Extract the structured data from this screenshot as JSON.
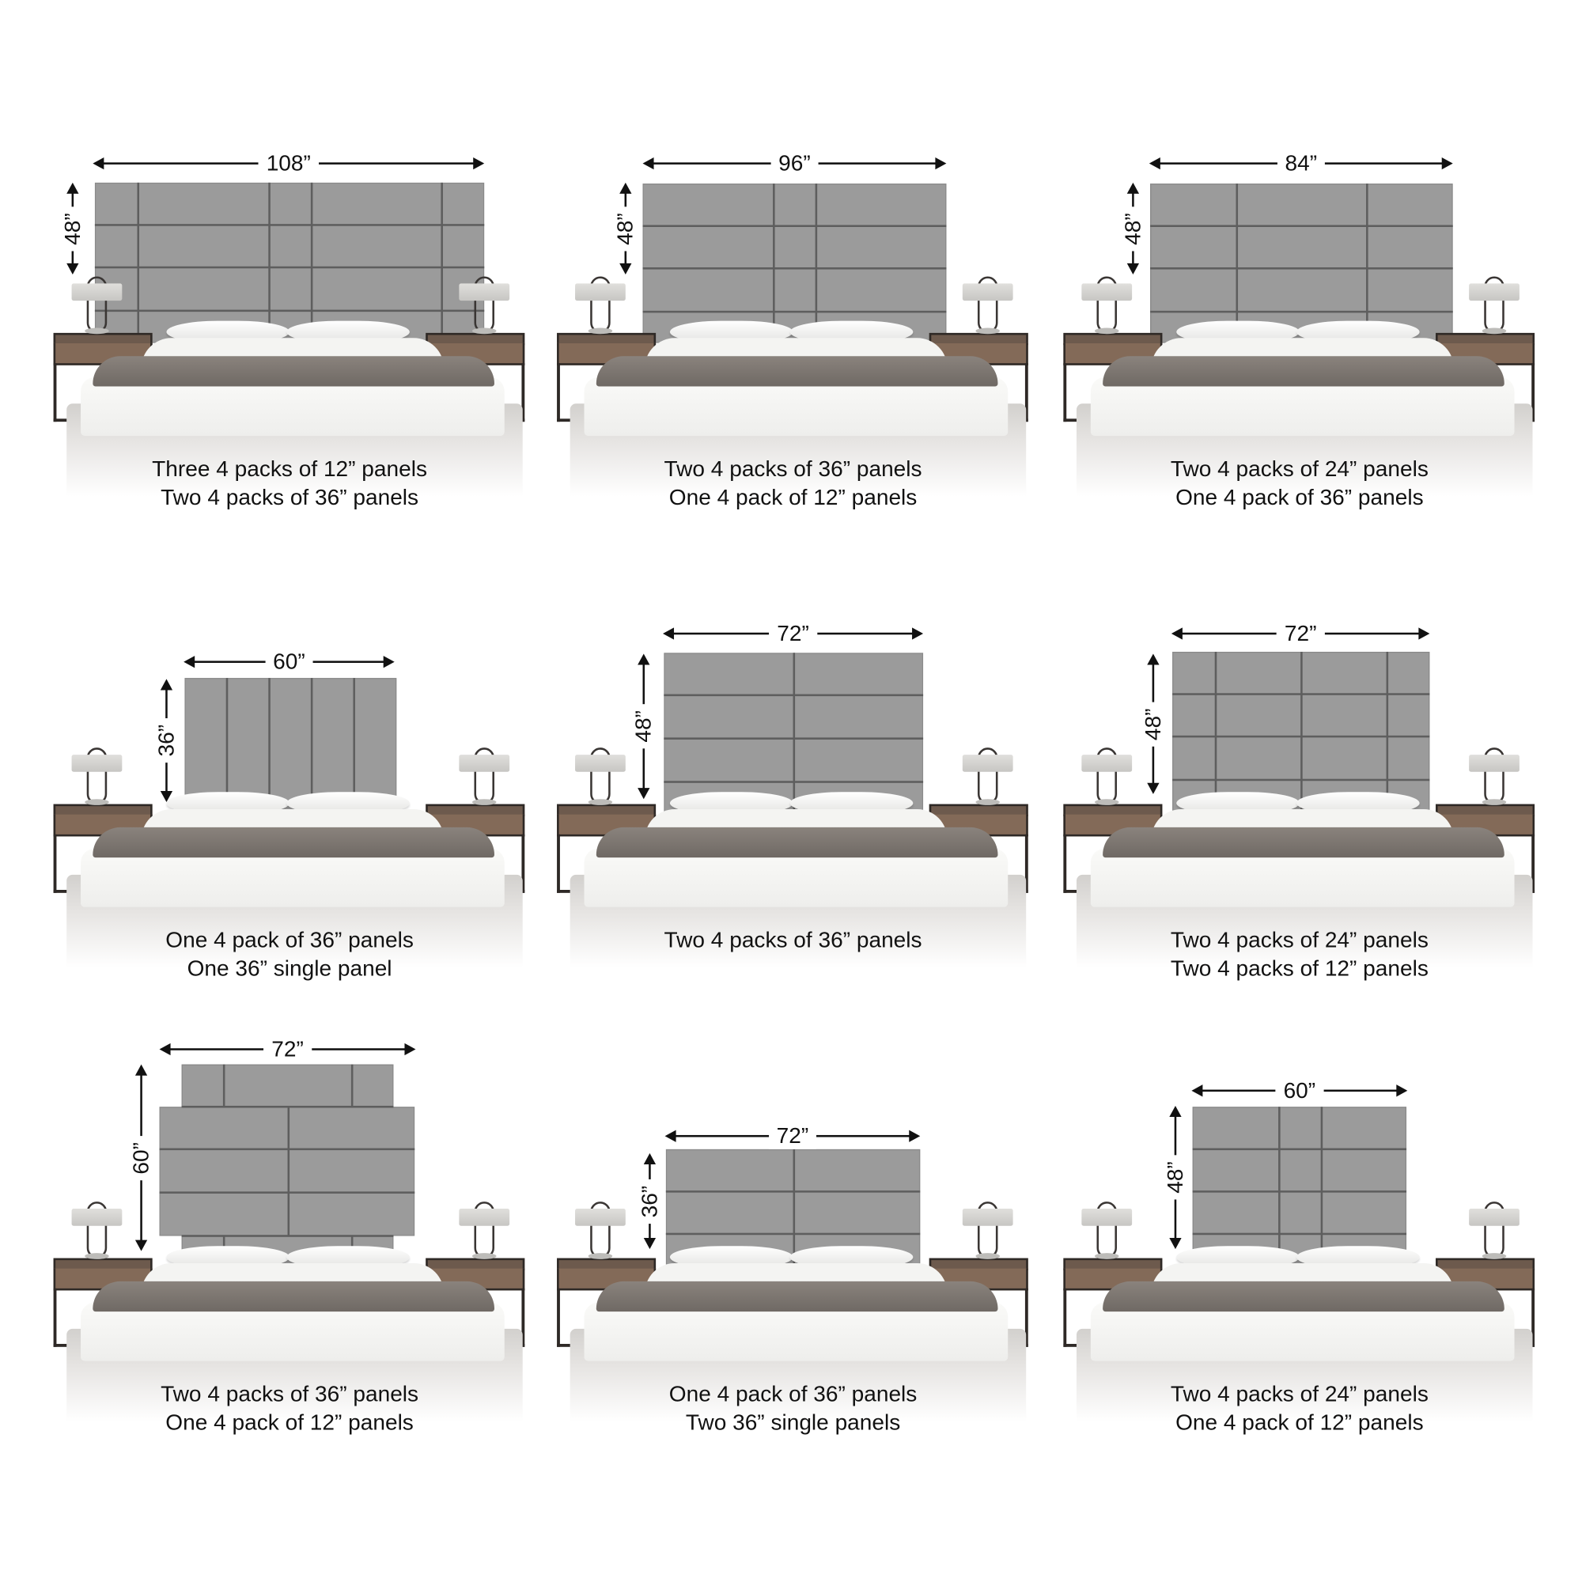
{
  "colors": {
    "panel": "#9b9b9b",
    "panel_seam": "#5e5e5e",
    "text": "#111111",
    "nightstand": "#6d5a4d",
    "throw": "#7b7570"
  },
  "cells": [
    {
      "width_label": "108”",
      "height_label": "48”",
      "caption": [
        "Three 4 packs of 12” panels",
        "Two 4 packs of 36” panels"
      ]
    },
    {
      "width_label": "96”",
      "height_label": "48”",
      "caption": [
        "Two 4 packs of 36” panels",
        "One 4 pack of 12” panels"
      ]
    },
    {
      "width_label": "84”",
      "height_label": "48”",
      "caption": [
        "Two 4 packs of 24” panels",
        "One 4 pack of 36” panels"
      ]
    },
    {
      "width_label": "60”",
      "height_label": "36”",
      "caption": [
        "One 4 pack of 36” panels",
        "One 36” single panel"
      ]
    },
    {
      "width_label": "72”",
      "height_label": "48”",
      "caption": [
        "Two 4 packs of 36” panels"
      ]
    },
    {
      "width_label": "72”",
      "height_label": "48”",
      "caption": [
        "Two 4 packs of 24” panels",
        "Two 4 packs of 12” panels"
      ]
    },
    {
      "width_label": "72”",
      "height_label": "60”",
      "caption": [
        "Two 4 packs of 36” panels",
        "One 4 pack of 12” panels"
      ]
    },
    {
      "width_label": "72”",
      "height_label": "36”",
      "caption": [
        "One 4 pack of 36” panels",
        "Two 36” single panels"
      ]
    },
    {
      "width_label": "60”",
      "height_label": "48”",
      "caption": [
        "Two 4 packs of 24” panels",
        "One 4 pack of 12” panels"
      ]
    }
  ]
}
